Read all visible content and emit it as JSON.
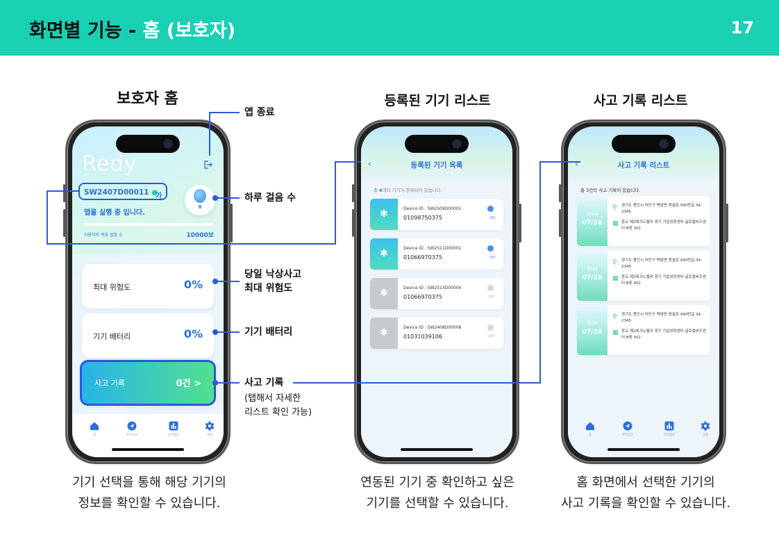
{
  "header": {
    "title_prefix": "화면별 기능 - ",
    "title_accent": "홈 (보호자)",
    "page_number": "17"
  },
  "sections": {
    "home_title": "보호자 홈",
    "devices_title": "등록된 기기 리스트",
    "records_title": "사고 기록 리스트"
  },
  "captions": {
    "home": [
      "기기 선택을 통해 해당 기기의",
      "정보를 확인할 수 있습니다."
    ],
    "devices": [
      "연동된 기기 중 확인하고 싶은",
      "기기를 선택할 수 있습니다."
    ],
    "records": [
      "홈 화면에서 선택한 기기의",
      "사고 기록을 확인할 수 있습니다."
    ]
  },
  "annotations": {
    "app_exit": "앱 종료",
    "daily_steps": "하루 걸음 수",
    "max_risk_line1": "당일 낙상사고",
    "max_risk_line2": "최대 위험도",
    "battery": "기기 배터리",
    "accident_record": "사고 기록",
    "accident_hint_line1": "(탭해서 자세한",
    "accident_hint_line2": "리스트 확인 가능)"
  },
  "colors": {
    "brand": "#19d0b3",
    "accent_blue": "#2d6fd6",
    "highlight": "#2a59d8"
  },
  "home_screen": {
    "logo": "Redy",
    "exit_icon": "logout-icon",
    "device_id": "SW2407D00011",
    "device_suffix": "가",
    "running_text": "앱을 실행 중 입니다.",
    "steps": "0",
    "goal_label": "사용자의 목표 걸음 수",
    "goal_value": "10000보",
    "goal_progress": 0,
    "max_risk_label": "최대 위험도",
    "max_risk_value": "0%",
    "battery_label": "기기 배터리",
    "battery_value": "0%",
    "accident_label": "사고 기록",
    "accident_value": "0건 >",
    "tabs": [
      {
        "label": "홈",
        "icon": "home-icon"
      },
      {
        "label": "위치공유",
        "icon": "location-share-icon"
      },
      {
        "label": "일일활동",
        "icon": "activity-chart-icon"
      },
      {
        "label": "설정",
        "icon": "gear-icon"
      }
    ]
  },
  "devices_screen": {
    "title": "등록된 기기 목록",
    "count_prefix": "총 ",
    "count_number": "4",
    "count_suffix": "개의 기기가 등록되어 있습니다.",
    "items": [
      {
        "device_id": "Device ID : SW2509D00001",
        "phone": "01098750375",
        "status": "ON"
      },
      {
        "device_id": "Device ID : SW2511D00001",
        "phone": "01066970375",
        "status": "ON"
      },
      {
        "device_id": "Device ID : SW2513D00004",
        "phone": "01066970375",
        "status": "OFF"
      },
      {
        "device_id": "Device ID : SW2408D00008",
        "phone": "01031039106",
        "status": "OFF"
      }
    ]
  },
  "records_screen": {
    "title": "사고 기록 리스트",
    "count_text": "총 3건의 사고 기록이 있습니다.",
    "items": [
      {
        "year": "2024",
        "date": "07/26",
        "address": "경기도 용인시 처인구 백암면 원설로 490번길 34-2345",
        "place": "판교 제2테크노밸리 경기 기업성장센터 글로벌비즈센터 B동 302"
      },
      {
        "year": "2024",
        "date": "07/25",
        "address": "경기도 용인시 처인구 백암면 원설로 490번길 34-2345",
        "place": "판교 제2테크노밸리 경기 기업성장센터 글로벌비즈센터 B동 302"
      },
      {
        "year": "2024",
        "date": "07/24",
        "address": "경기도 용인시 처인구 백암면 원설로 490번길 34-2345",
        "place": "판교 제2테크노밸리 경기 기업성장센터 글로벌비즈센터 B동 302"
      }
    ],
    "tabs": [
      {
        "label": "홈",
        "icon": "home-icon"
      },
      {
        "label": "위치공유",
        "icon": "location-share-icon"
      },
      {
        "label": "일일활동",
        "icon": "activity-chart-icon"
      },
      {
        "label": "설정",
        "icon": "gear-icon"
      }
    ]
  }
}
